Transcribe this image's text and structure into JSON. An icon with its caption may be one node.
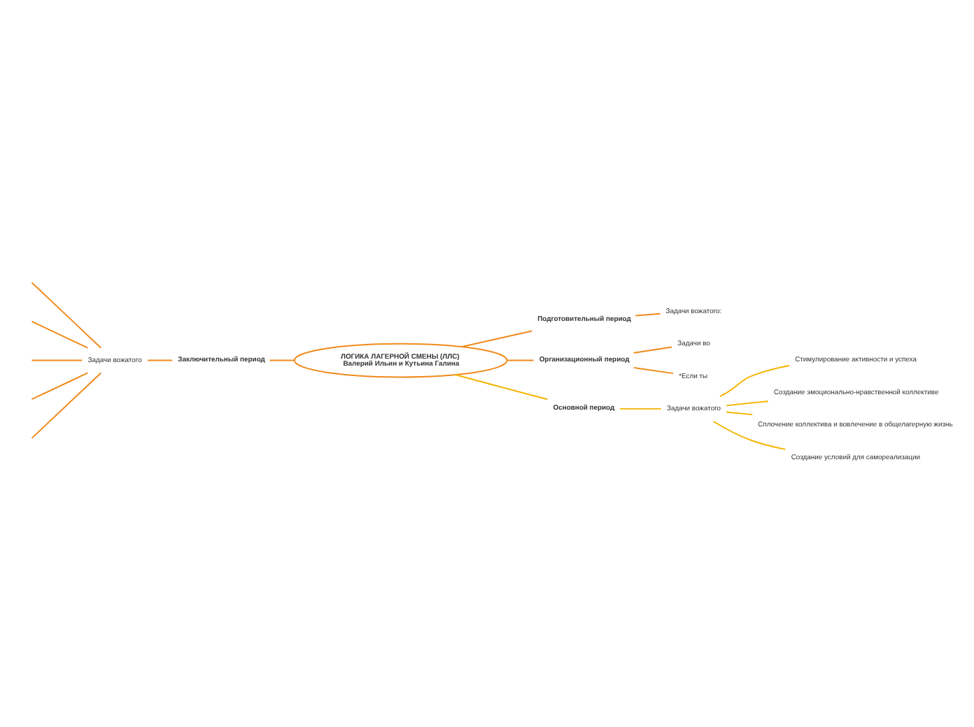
{
  "diagram": {
    "nodes": [
      {
        "text": [
          "ЛОГИКА ЛАГЕРНОЙ СМЕНЫ (ЛЛС)",
          "Валерий Ильин и Кутьина Галина"
        ]
      },
      {
        "text": [
          "Подготовительный период"
        ]
      },
      {
        "text": [
          "Задачи вожатого:"
        ]
      },
      {
        "text": [
          "Организационный период"
        ]
      },
      {
        "text": [
          "Задачи во"
        ]
      },
      {
        "text": [
          "*Если ты"
        ]
      },
      {
        "text": [
          "Основной период"
        ]
      },
      {
        "text": [
          "Задачи вожатого"
        ]
      },
      {
        "text": [
          "Стимулирование активности и успеха"
        ]
      },
      {
        "text": [
          "Создание эмоционально-нравственной коллективе"
        ]
      },
      {
        "text": [
          "Сплочение коллектива и вовлечение в общелагерную жизнь"
        ]
      },
      {
        "text": [
          "Создание условий для самореализации"
        ]
      },
      {
        "text": [
          "Заключительный период"
        ]
      },
      {
        "text": [
          "Задачи вожатого"
        ]
      }
    ],
    "edges": [
      {
        "from": 0,
        "to": 1,
        "arrow": "none"
      },
      {
        "from": 1,
        "to": 2,
        "arrow": "none"
      },
      {
        "from": 0,
        "to": 3,
        "arrow": "none"
      },
      {
        "from": 3,
        "to": 4,
        "arrow": "none"
      },
      {
        "from": 3,
        "to": 5,
        "arrow": "none"
      },
      {
        "from": 0,
        "to": 6,
        "arrow": "none",
        "color": "#f5b400"
      },
      {
        "from": 6,
        "to": 7,
        "arrow": "none",
        "color": "#f5b400"
      },
      {
        "from": 7,
        "to": 8,
        "arrow": "none",
        "color": "#f5b400"
      },
      {
        "from": 7,
        "to": 9,
        "arrow": "none",
        "color": "#f5b400"
      },
      {
        "from": 7,
        "to": 10,
        "arrow": "none",
        "color": "#f5b400"
      },
      {
        "from": 7,
        "to": 11,
        "arrow": "none",
        "color": "#f5b400"
      },
      {
        "from": 0,
        "to": 12,
        "arrow": "none"
      },
      {
        "from": 12,
        "to": 13,
        "arrow": "none"
      },
      {
        "from": 13,
        "to": null,
        "arrow": "none"
      },
      {
        "from": 13,
        "to": null,
        "arrow": "none"
      },
      {
        "from": 13,
        "to": null,
        "arrow": "none"
      },
      {
        "from": 13,
        "to": null,
        "arrow": "none"
      },
      {
        "from": 13,
        "to": null,
        "arrow": "none"
      }
    ]
  }
}
